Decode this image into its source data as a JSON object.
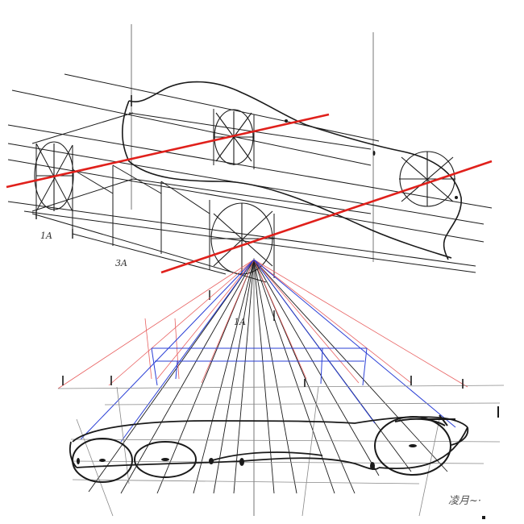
{
  "labels": {
    "one_a_left": "1A",
    "three_a": "3A",
    "one_a_bottom": "1A",
    "signature": "凌月~·"
  },
  "colors": {
    "ink": "#1a1a1a",
    "light_ink": "#888888",
    "red_heavy": "#e0201b",
    "red_thin": "#e86060",
    "blue": "#2a3fd6"
  }
}
